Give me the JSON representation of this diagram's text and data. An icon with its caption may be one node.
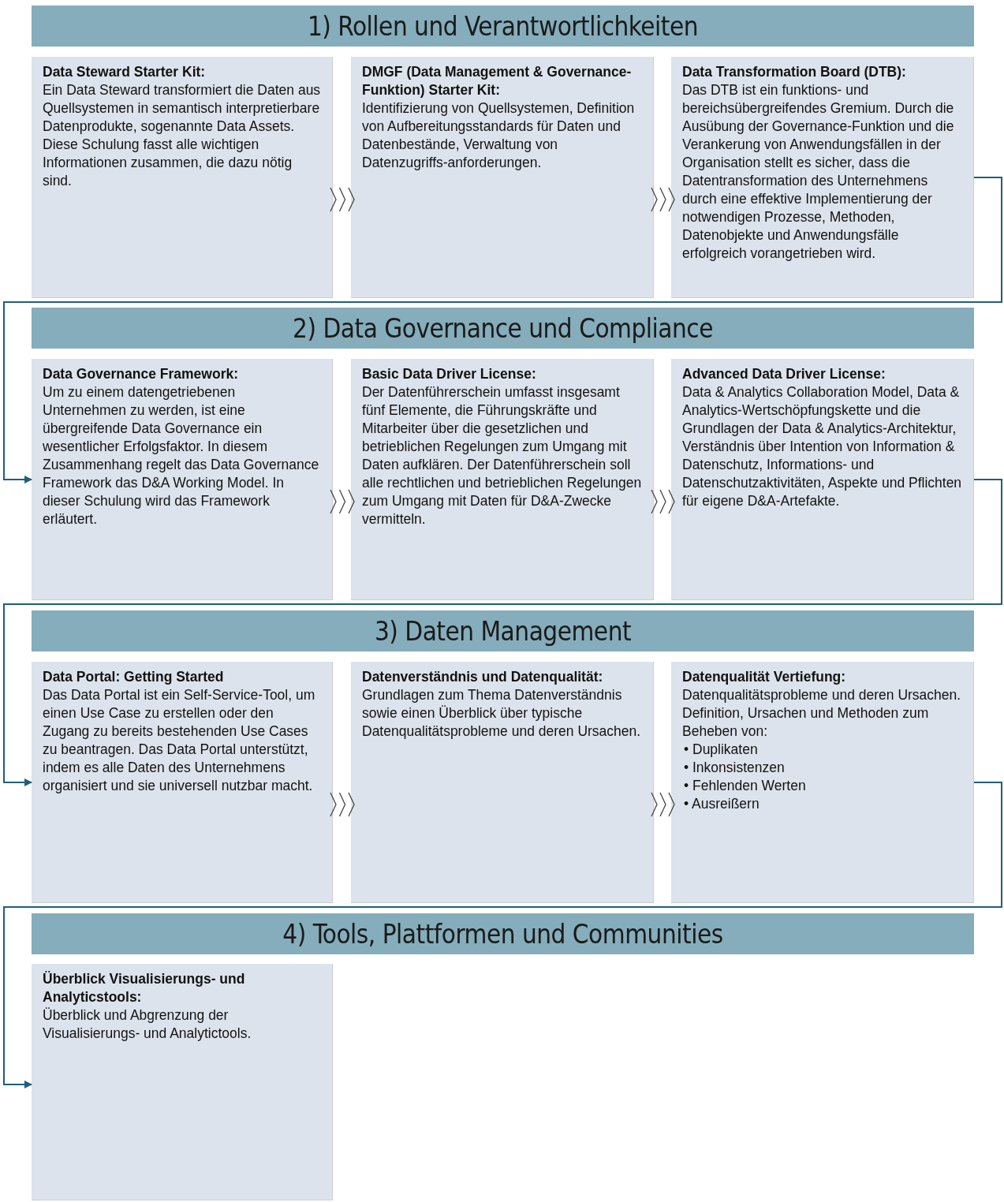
{
  "diagram": {
    "nodes": [
      {
        "text": [
          "1) Rollen und Verantwortlichkeiten"
        ]
      },
      {
        "text": [
          "Data Steward Starter Kit:",
          "Ein Data Steward transformiert die Daten aus Quellsystemen in semantisch interpretierbare Datenprodukte, sogenannte Data Assets. Diese Schulung fasst alle wichtigen Informationen zusammen, die dazu nötig sind."
        ]
      },
      {
        "text": [
          "DMGF (Data Management & Governance-Funktion) Starter Kit:",
          "Identifizierung von Quellsystemen, Definition von Aufbereitungsstandards für Daten und Datenbestände, Verwaltung von Datenzugriffs-anforderungen."
        ]
      },
      {
        "text": [
          "Data Transformation Board (DTB):",
          "Das DTB ist ein funktions- und bereichsübergreifendes Gremium. Durch die Ausübung der Governance-Funktion und die Verankerung von Anwendungsfällen in der Organisation stellt es sicher, dass die Datentransformation des Unternehmens durch eine effektive Implementierung der notwendigen Prozesse, Methoden, Datenobjekte und Anwendungsfälle erfolgreich vorangetrieben wird."
        ]
      },
      {
        "text": [
          "2) Data Governance und Compliance"
        ]
      },
      {
        "text": [
          "Data Governance Framework:",
          "Um zu einem datengetriebenen Unternehmen zu werden, ist eine übergreifende Data Governance ein wesentlicher Erfolgsfaktor. In diesem Zusammenhang regelt das Data Governance Framework das D&A Working Model. In dieser Schulung wird das Framework erläutert."
        ]
      },
      {
        "text": [
          "Basic Data Driver License:",
          "Der Datenführerschein umfasst insgesamt fünf Elemente, die Führungskräfte und Mitarbeiter über die gesetzlichen und betrieblichen Regelungen zum Umgang mit Daten aufklären. Der Datenführerschein soll alle rechtlichen und betrieblichen Regelungen zum Umgang mit Daten für D&A-Zwecke vermitteln."
        ]
      },
      {
        "text": [
          "Advanced Data Driver License:",
          "Data & Analytics Collaboration Model, Data & Analytics-Wertschöpfungskette und die Grundlagen der Data & Analytics-Architektur, Verständnis über Intention von Information & Datenschutz, Informations- und Datenschutzaktivitäten, Aspekte und Pflichten für eigene D&A-Artefakte."
        ]
      },
      {
        "text": [
          "3) Daten Management"
        ]
      },
      {
        "text": [
          "Data Portal: Getting Started",
          "Das Data Portal ist ein Self-Service-Tool, um einen Use Case zu erstellen oder den Zugang zu bereits bestehenden Use Cases zu beantragen. Das Data Portal unterstützt, indem es alle Daten des Unternehmens organisiert und sie universell nutzbar macht."
        ]
      },
      {
        "text": [
          "Datenverständnis und Datenqualität:",
          "Grundlagen zum Thema Datenverständnis sowie einen Überblick über typische Datenqualitätsprobleme und deren Ursachen."
        ]
      },
      {
        "text": [
          "Datenqualität Vertiefung:",
          "Datenqualitätsprobleme und deren Ursachen.",
          "Definition, Ursachen und Methoden zum Beheben von:",
          "• Duplikaten",
          "• Inkonsistenzen",
          "• Fehlenden Werten",
          "• Ausreißern"
        ]
      },
      {
        "text": [
          "4) Tools, Plattformen und Communities"
        ]
      },
      {
        "text": [
          "Überblick Visualisierungs- und Analyticstools:",
          "Überblick und Abgrenzung der Visualisierungs- und Analytictools."
        ]
      }
    ],
    "edges": [
      {
        "from": 1,
        "to": 2,
        "arrow": "to"
      },
      {
        "from": 2,
        "to": 3,
        "arrow": "to"
      },
      {
        "from": 3,
        "to": 5,
        "arrow": "to",
        "color": "#1f5f7a"
      },
      {
        "from": 5,
        "to": 6,
        "arrow": "to"
      },
      {
        "from": 6,
        "to": 7,
        "arrow": "to"
      },
      {
        "from": 7,
        "to": 9,
        "arrow": "to",
        "color": "#1f5f7a"
      },
      {
        "from": 9,
        "to": 10,
        "arrow": "to"
      },
      {
        "from": 10,
        "to": 11,
        "arrow": "to"
      },
      {
        "from": 11,
        "to": 13,
        "arrow": "to",
        "color": "#1f5f7a"
      }
    ]
  }
}
